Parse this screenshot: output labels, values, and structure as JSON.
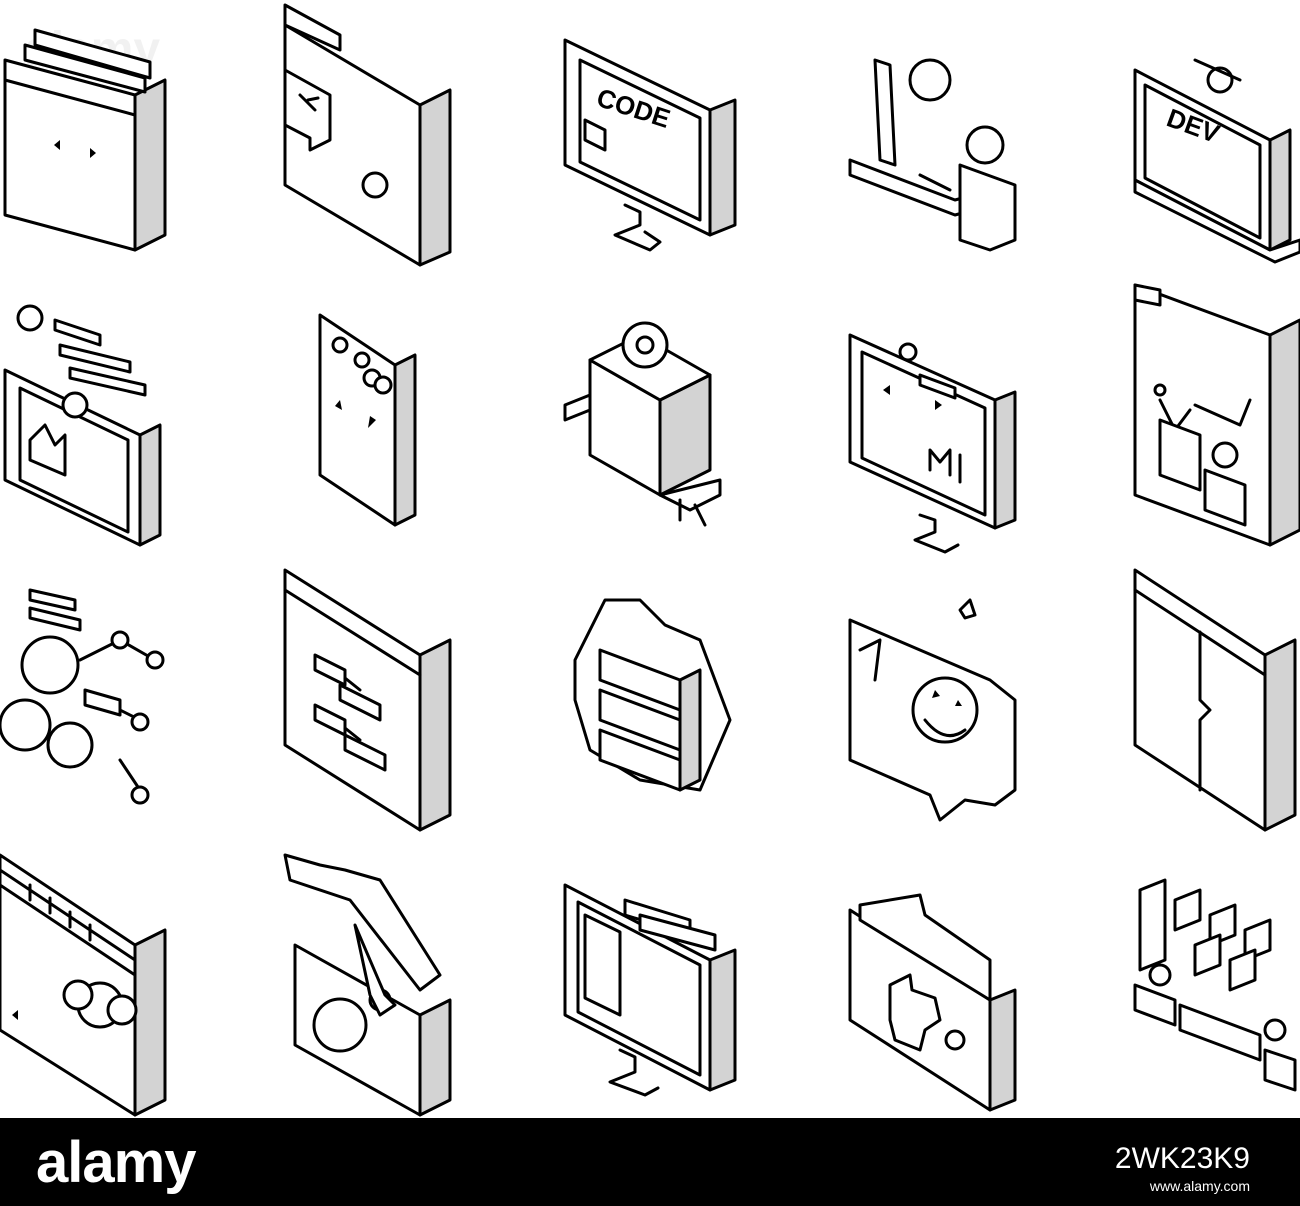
{
  "footer": {
    "brand": "alamy",
    "image_id": "2WK23K9",
    "meta": "www.alamy.com"
  },
  "watermark": {
    "text": "alamy"
  },
  "icons": [
    {
      "name": "browser-window-icon",
      "label": "",
      "screen_text": ""
    },
    {
      "name": "wrench-folder-icon",
      "label": "",
      "screen_text": ""
    },
    {
      "name": "code-monitor-icon",
      "label": "",
      "screen_text": "CODE"
    },
    {
      "name": "developer-at-desk-icon",
      "label": "",
      "screen_text": ""
    },
    {
      "name": "dev-laptop-icon",
      "label": "",
      "screen_text": "DEV"
    },
    {
      "name": "image-tablet-icon",
      "label": "",
      "screen_text": ""
    },
    {
      "name": "smartphone-app-icon",
      "label": "",
      "screen_text": ""
    },
    {
      "name": "gear-box-icon",
      "label": "",
      "screen_text": ""
    },
    {
      "name": "monitor-analytics-icon",
      "label": "",
      "screen_text": ""
    },
    {
      "name": "presentation-board-icon",
      "label": "",
      "screen_text": ""
    },
    {
      "name": "gear-network-icon",
      "label": "",
      "screen_text": ""
    },
    {
      "name": "flowchart-window-icon",
      "label": "",
      "screen_text": ""
    },
    {
      "name": "server-gear-icon",
      "label": "",
      "screen_text": ""
    },
    {
      "name": "support-chat-icon",
      "label": "",
      "screen_text": ""
    },
    {
      "name": "split-window-icon",
      "label": "",
      "screen_text": ""
    },
    {
      "name": "cloud-window-icon",
      "label": "",
      "screen_text": ""
    },
    {
      "name": "design-tablet-hand-icon",
      "label": "",
      "screen_text": ""
    },
    {
      "name": "layout-monitor-icon",
      "label": "",
      "screen_text": ""
    },
    {
      "name": "puzzle-folder-icon",
      "label": "",
      "screen_text": ""
    },
    {
      "name": "team-network-icon",
      "label": "",
      "screen_text": ""
    }
  ],
  "colors": {
    "line": "#000000",
    "side": "#d3d3d3",
    "background": "#ffffff",
    "footer": "#000000"
  }
}
